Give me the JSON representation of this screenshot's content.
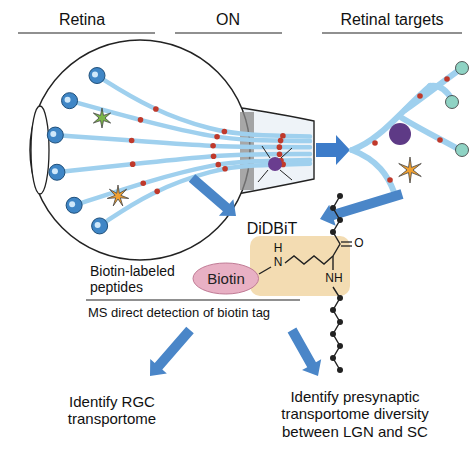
{
  "diagram": {
    "nodes": [
      {
        "text": [
          "Biotin"
        ]
      }
    ],
    "labels": [
      "Retina",
      "ON",
      "Retinal targets",
      "DiDBiT",
      "Biotin-labeled peptides",
      "MS direct detection of biotin tag",
      "Identify RGC transportome",
      "Identify presynaptic transportome diversity between LGN and SC",
      "H",
      "N",
      "NH",
      "O"
    ]
  }
}
